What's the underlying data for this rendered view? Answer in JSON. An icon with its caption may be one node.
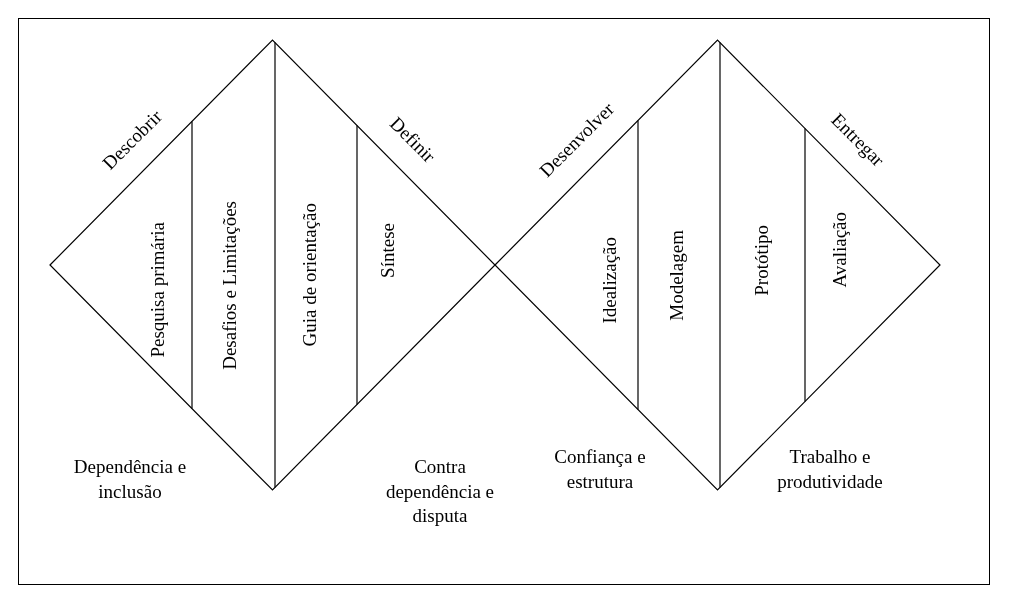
{
  "diagram": {
    "nodes": [
      {
        "text": [
          "Descobrir",
          "Definir"
        ]
      },
      {
        "text": [
          "Pesquisa primária"
        ],
        "in": 0
      },
      {
        "text": [
          "Desafios e Limitações"
        ],
        "in": 0
      },
      {
        "text": [
          "Guia de orientação"
        ],
        "in": 0
      },
      {
        "text": [
          "Síntese"
        ],
        "in": 0
      },
      {
        "text": [
          "Desenvolver",
          "Entregar"
        ]
      },
      {
        "text": [
          "Idealização"
        ],
        "in": 5
      },
      {
        "text": [
          "Modelagem"
        ],
        "in": 5
      },
      {
        "text": [
          "Protótipo"
        ],
        "in": 5
      },
      {
        "text": [
          "Avaliação"
        ],
        "in": 5
      }
    ],
    "labels": [
      "Dependência e inclusão",
      "Contra dependência e disputa",
      "Confiança e estrutura",
      "Trabalho e produtividade"
    ]
  }
}
